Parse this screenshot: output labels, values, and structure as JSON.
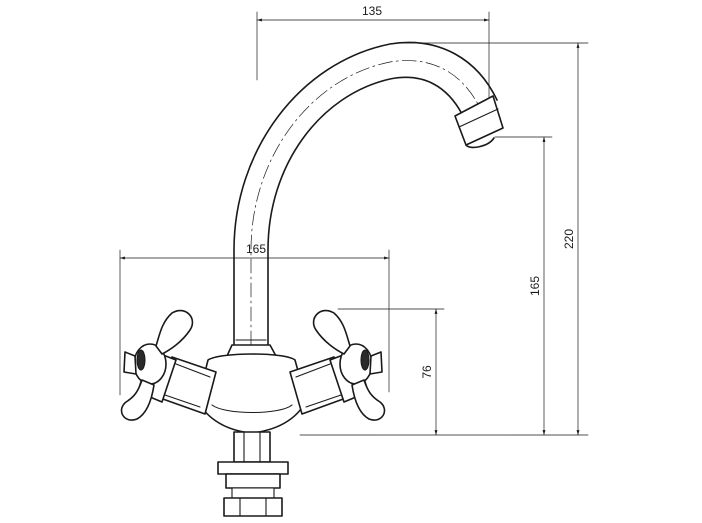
{
  "drawing": {
    "subject": "faucet-technical-drawing",
    "dimensions": {
      "spout_reach": "135",
      "handle_span": "165",
      "spout_outlet_height": "165",
      "total_height": "220",
      "handle_height": "76"
    }
  }
}
